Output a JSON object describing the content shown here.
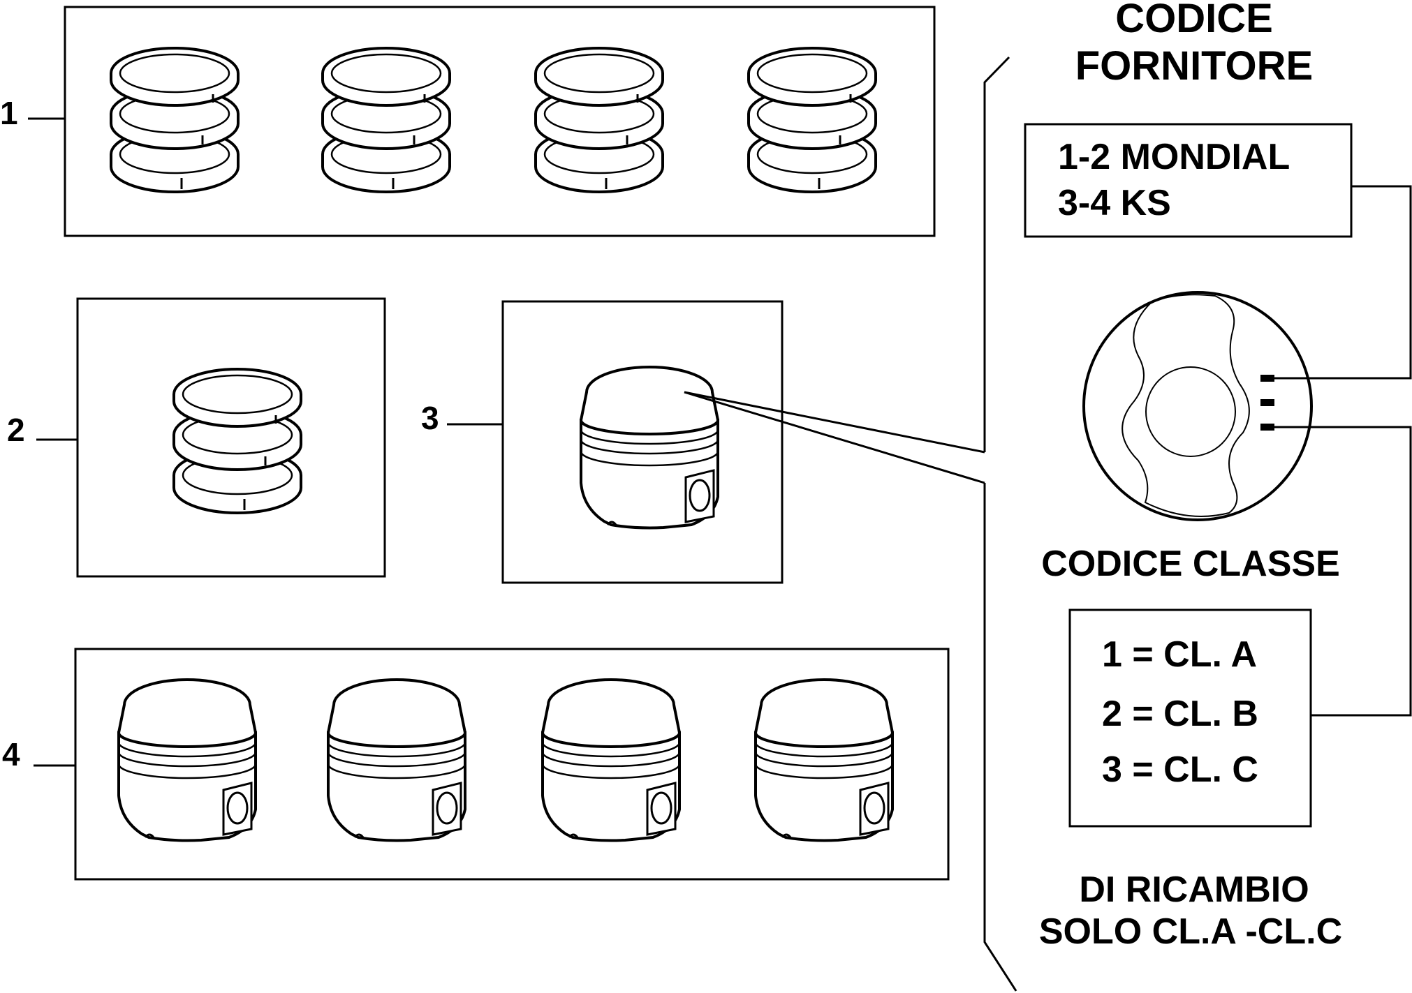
{
  "callouts": [
    "1",
    "2",
    "3",
    "4"
  ],
  "supplier": {
    "title_line1": "CODICE",
    "title_line2": "FORNITORE",
    "line1": "1-2  MONDIAL",
    "line2": "3-4  KS"
  },
  "class_code": {
    "title": "CODICE  CLASSE",
    "line1": "1 =  CL. A",
    "line2": "2 =  CL. B",
    "line3": "3 =  CL. C"
  },
  "spare": {
    "line1": "DI  RICAMBIO",
    "line2": "SOLO CL.A -CL.C"
  }
}
